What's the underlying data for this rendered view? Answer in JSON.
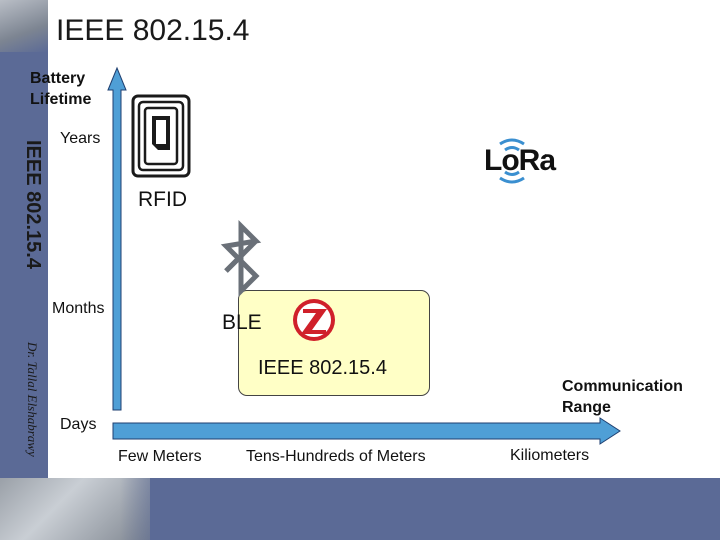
{
  "title": "IEEE 802.15.4",
  "side_title": "IEEE 802.15.4",
  "author": "Dr. Tallal Elshabrawy",
  "y_axis": {
    "label": "Battery Lifetime",
    "ticks": [
      "Years",
      "Months",
      "Days"
    ]
  },
  "x_axis": {
    "label": "Communication Range",
    "ticks": [
      "Few Meters",
      "Tens-Hundreds of Meters",
      "Kiliometers"
    ]
  },
  "technologies": {
    "rfid": "RFID",
    "ble": "BLE",
    "ieee": "IEEE 802.15.4"
  },
  "logos": {
    "lora": "LoRa",
    "lora_mark": ".",
    "zigbee_letter": "Z"
  },
  "colors": {
    "theme_bar": "#5b6a96",
    "arrow_fill": "#4f9fd6",
    "ieee_box": "#ffffc6",
    "zigbee_red": "#d0202a",
    "bluetooth_gray": "#6a7078"
  },
  "icons": [
    "rfid-tag-icon",
    "bluetooth-icon",
    "zigbee-logo-icon",
    "lora-logo-icon"
  ]
}
